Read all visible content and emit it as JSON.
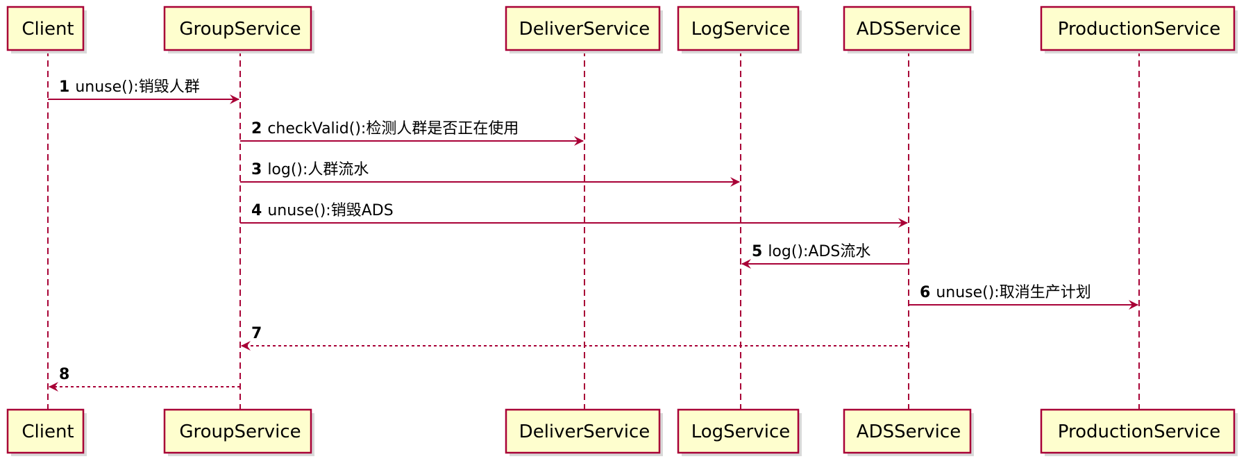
{
  "participants": [
    {
      "id": "client",
      "label": "Client"
    },
    {
      "id": "group",
      "label": "GroupService"
    },
    {
      "id": "deliver",
      "label": "DeliverService"
    },
    {
      "id": "log",
      "label": "LogService"
    },
    {
      "id": "ads",
      "label": "ADSService"
    },
    {
      "id": "production",
      "label": "ProductionService"
    }
  ],
  "messages": [
    {
      "number": "1",
      "text": "unuse():销毁人群",
      "from": "client",
      "to": "group",
      "kind": "sync"
    },
    {
      "number": "2",
      "text": "checkValid():检测人群是否正在使用",
      "from": "group",
      "to": "deliver",
      "kind": "sync"
    },
    {
      "number": "3",
      "text": "log():人群流水",
      "from": "group",
      "to": "log",
      "kind": "sync"
    },
    {
      "number": "4",
      "text": "unuse():销毁ADS",
      "from": "group",
      "to": "ads",
      "kind": "sync"
    },
    {
      "number": "5",
      "text": "log():ADS流水",
      "from": "ads",
      "to": "log",
      "kind": "sync"
    },
    {
      "number": "6",
      "text": "unuse():取消生产计划",
      "from": "ads",
      "to": "production",
      "kind": "sync"
    },
    {
      "number": "7",
      "text": "",
      "from": "ads",
      "to": "group",
      "kind": "return"
    },
    {
      "number": "8",
      "text": "",
      "from": "group",
      "to": "client",
      "kind": "return"
    }
  ],
  "colors": {
    "box_fill": "#FEFECE",
    "border": "#A80036",
    "text": "#000000"
  }
}
